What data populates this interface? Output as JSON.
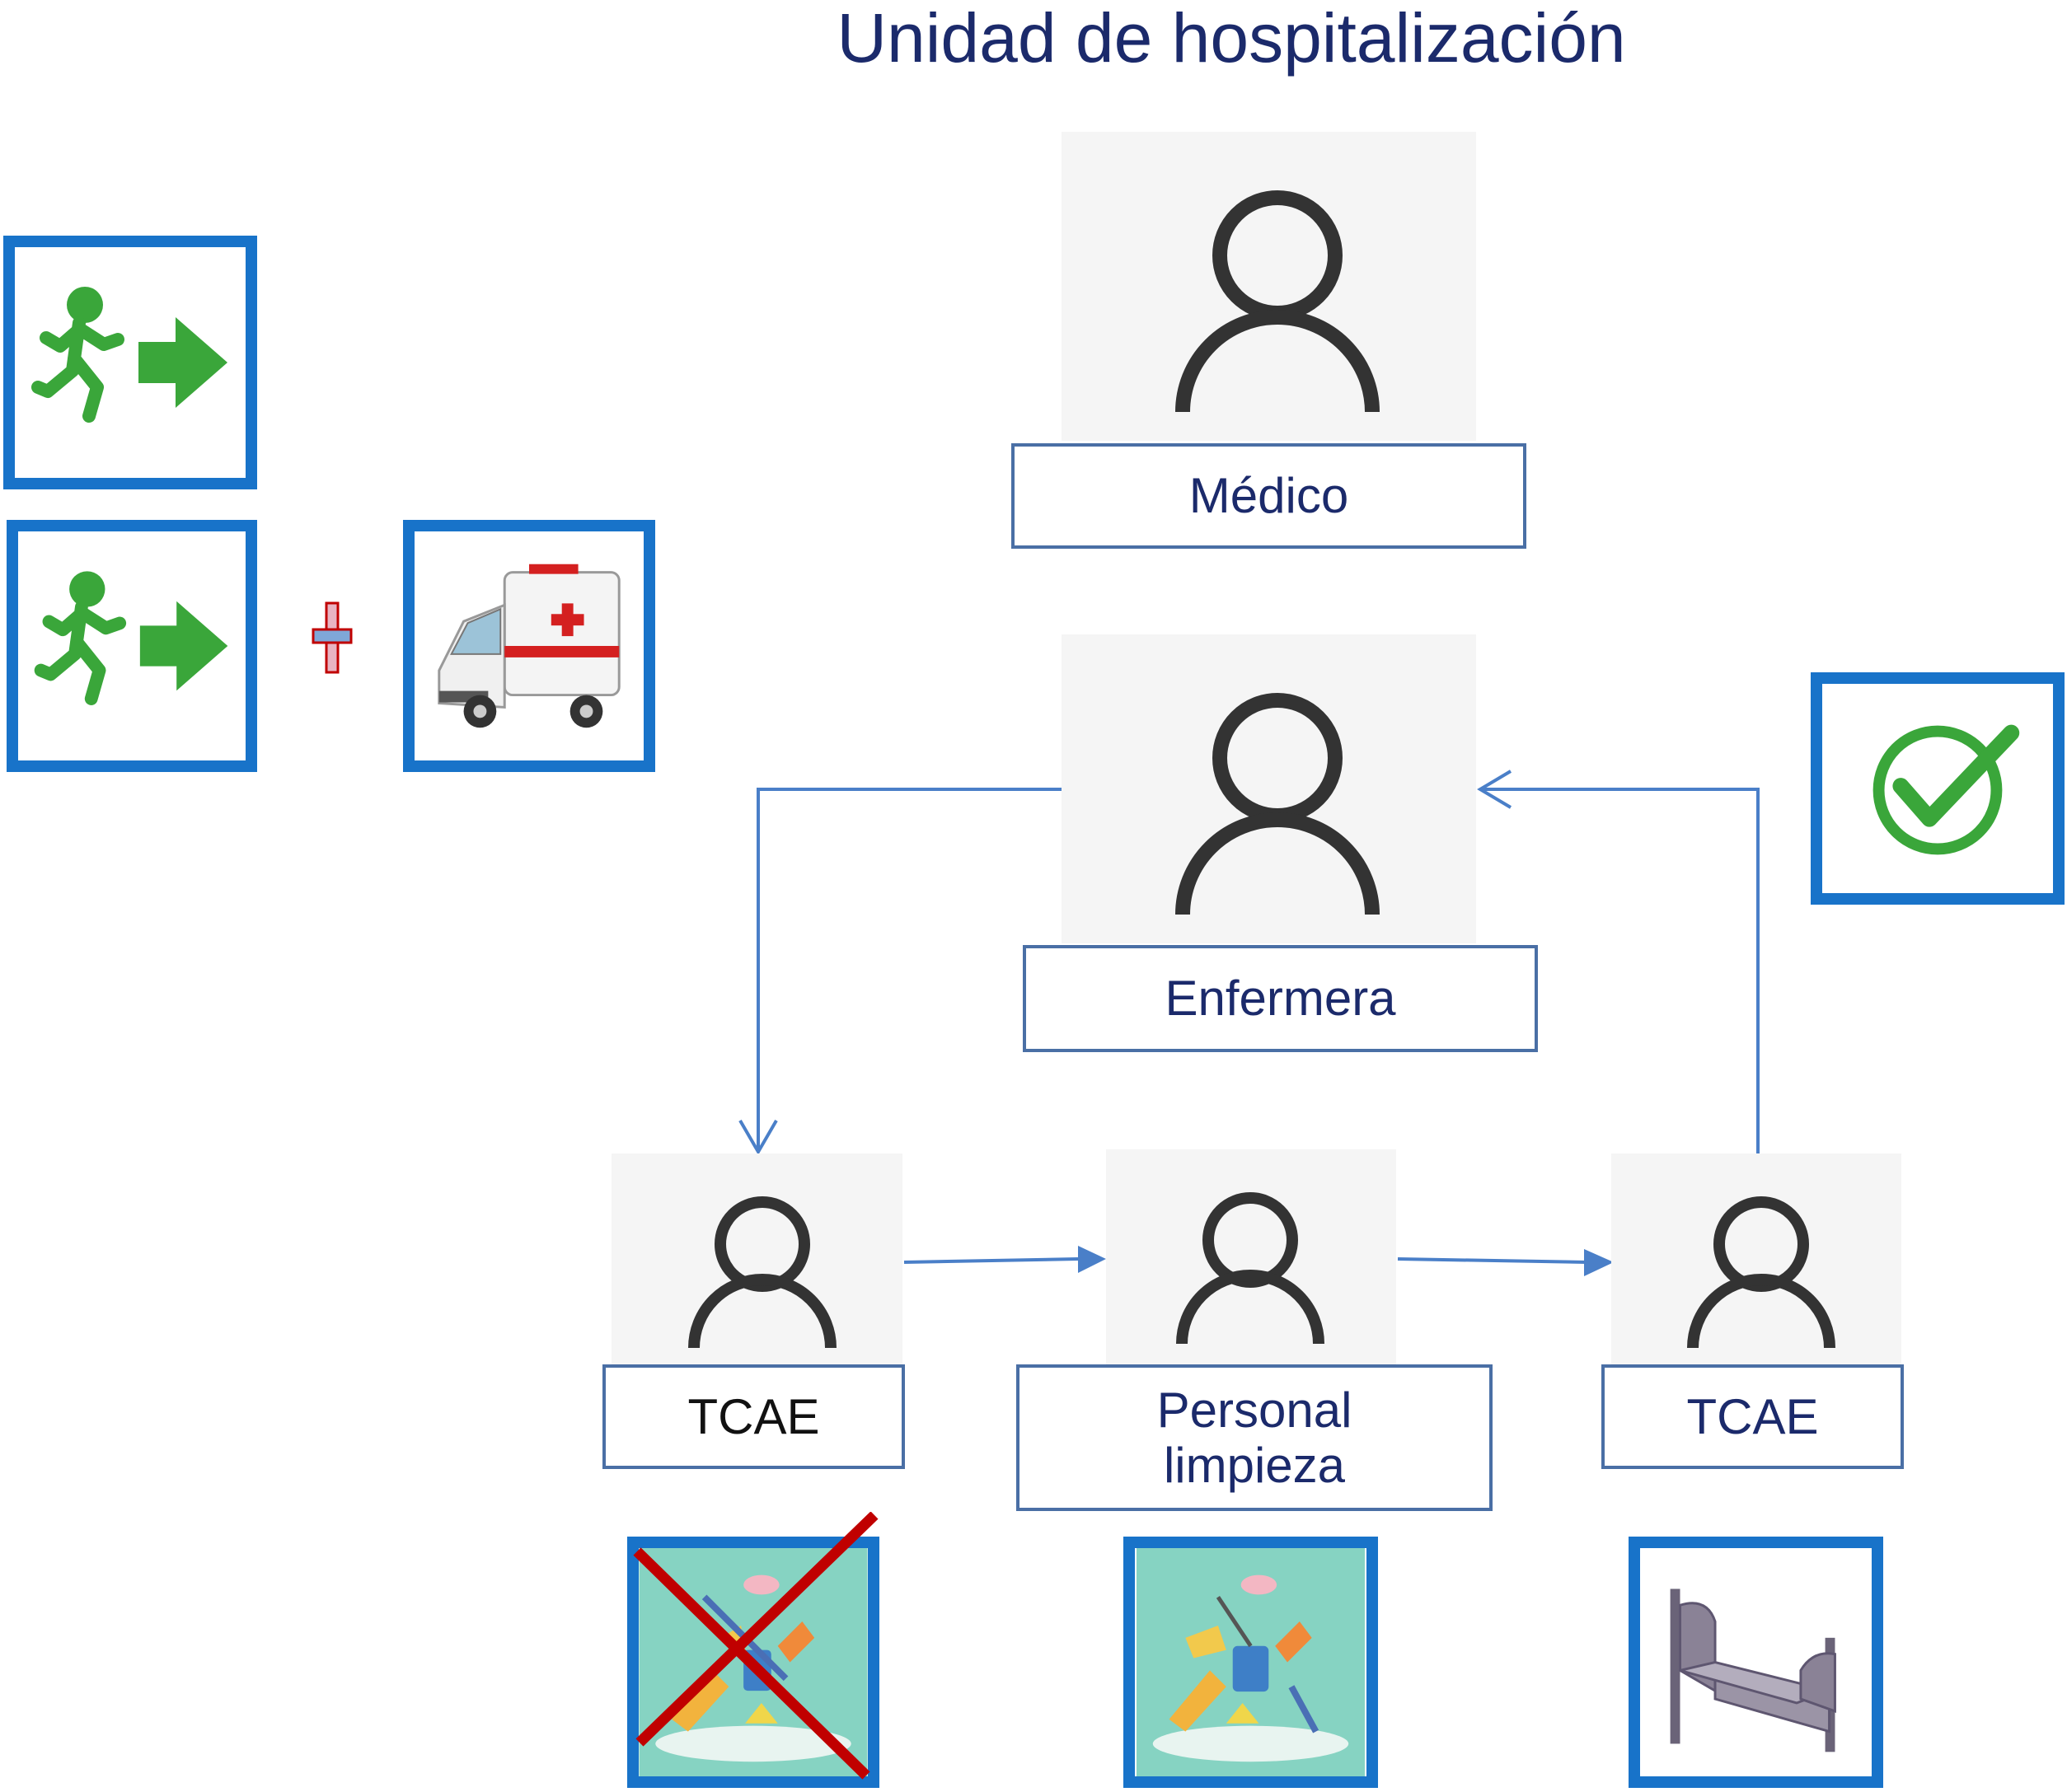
{
  "title": "Unidad de hospitalización",
  "nodes": {
    "medico": {
      "label": "Médico",
      "icon": "user-icon"
    },
    "enfermera": {
      "label": "Enfermera",
      "icon": "user-icon"
    },
    "tcae_left": {
      "label": "TCAE",
      "icon": "user-icon"
    },
    "personal_limpieza": {
      "label": "Personal limpieza",
      "icon": "user-icon"
    },
    "tcae_right": {
      "label": "TCAE",
      "icon": "user-icon"
    }
  },
  "side_icons": {
    "exit_1": "running-exit-icon",
    "exit_2": "running-exit-icon",
    "plus": "plus-icon",
    "ambulance": "ambulance-icon",
    "check": "checkmark-icon"
  },
  "bottom_icons": {
    "cleaning_crossed": "cleaning-supplies-crossed-icon",
    "cleaning": "cleaning-supplies-icon",
    "bed": "bed-icon"
  },
  "colors": {
    "title": "#1b2a6b",
    "box_border": "#1873c9",
    "arrow": "#4a7fc8",
    "label_border": "#4a6fa5",
    "green": "#3aa63a",
    "cross": "#c00000"
  }
}
